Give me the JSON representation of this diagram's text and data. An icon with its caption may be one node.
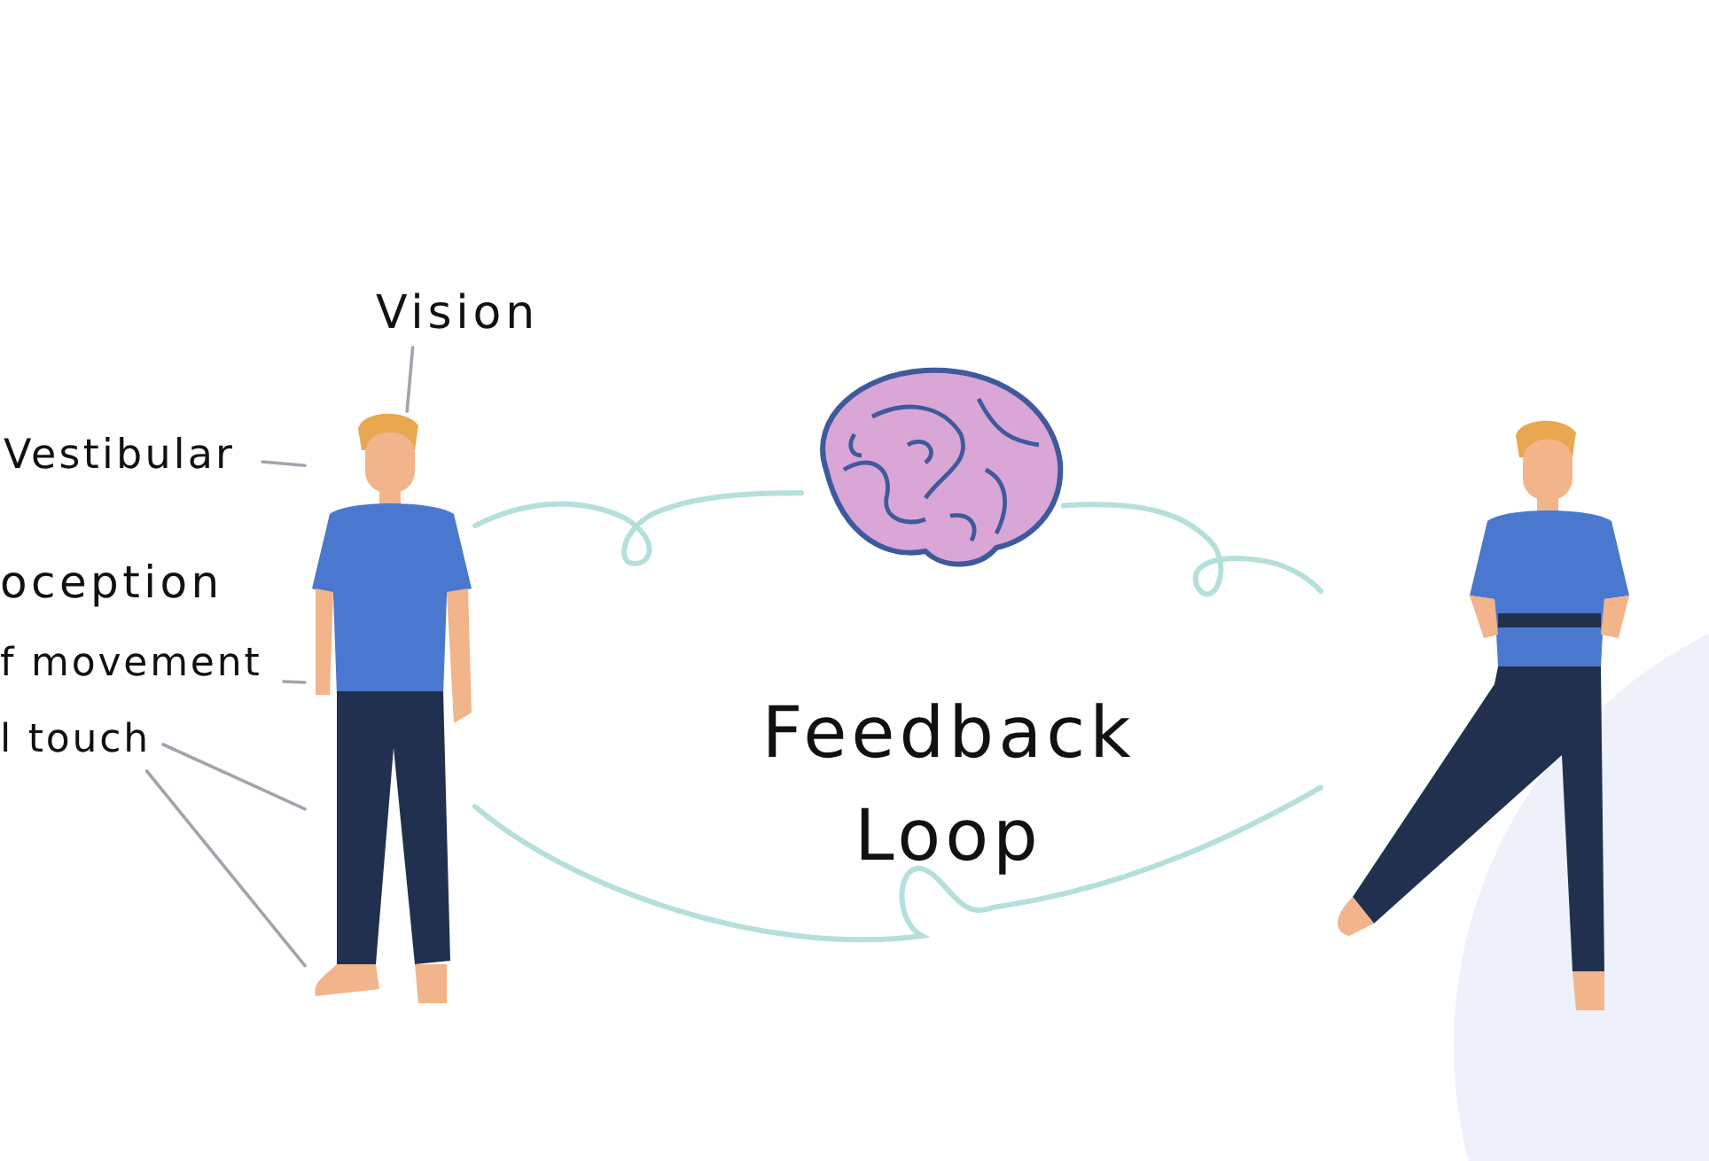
{
  "diagram": {
    "nodes": [
      {
        "text": [
          "Vision"
        ]
      },
      {
        "text": [
          "Vestibular"
        ]
      },
      {
        "text": [
          "oception"
        ]
      },
      {
        "text": [
          "f movement"
        ]
      },
      {
        "text": [
          "l touch"
        ]
      },
      {
        "text": [],
        "shape": "person"
      },
      {
        "text": [],
        "shape": "picture"
      },
      {
        "text": [
          "Feedback Loop"
        ]
      },
      {
        "text": [],
        "shape": "person"
      }
    ],
    "edges": [
      {
        "from": 0,
        "to": 5,
        "arrow": "none"
      },
      {
        "from": 1,
        "to": 5,
        "arrow": "none"
      },
      {
        "from": 3,
        "to": 5,
        "arrow": "none"
      },
      {
        "from": 4,
        "to": 5,
        "arrow": "none"
      },
      {
        "from": 4,
        "to": 5,
        "arrow": "none"
      },
      {
        "from": 5,
        "to": 6,
        "arrow": "none",
        "color": "#b5e0da"
      },
      {
        "from": 6,
        "to": 8,
        "arrow": "none",
        "color": "#b5e0da"
      },
      {
        "from": 8,
        "to": 5,
        "arrow": "none",
        "color": "#b5e0da"
      }
    ]
  }
}
